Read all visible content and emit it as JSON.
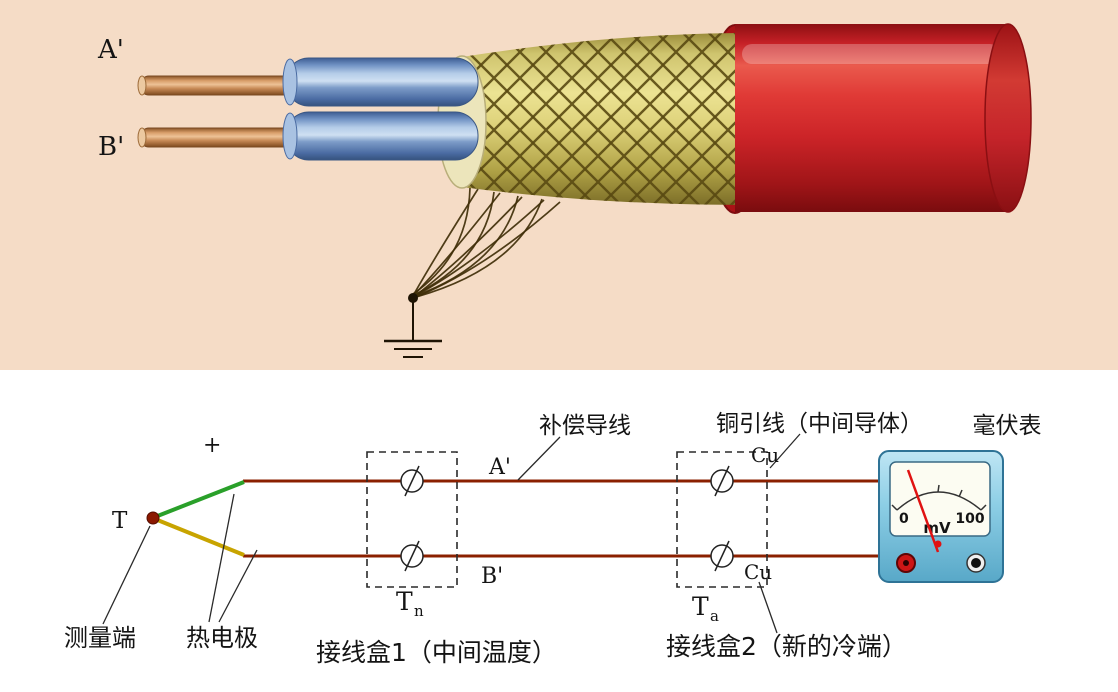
{
  "cable": {
    "label_a": "A'",
    "label_b": "B'"
  },
  "circuit": {
    "plus": "+",
    "junction": "T",
    "wire_a": "A'",
    "wire_b": "B'",
    "labels": {
      "compensation_wire": "补偿导线",
      "copper_lead": "铜引线（中间导体）",
      "millivoltmeter": "毫伏表",
      "cu_top": "Cu",
      "cu_bottom": "Cu",
      "t_n": "T",
      "t_n_sub": "n",
      "t_a": "T",
      "t_a_sub": "a",
      "measuring_end": "测量端",
      "thermocouple_electrode": "热电极",
      "junction_box_1": "接线盒1（中间温度）",
      "junction_box_2": "接线盒2（新的冷端）"
    },
    "meter": {
      "scale_min": "0",
      "scale_max": "100",
      "unit": "mV"
    }
  },
  "colors": {
    "top_background": "#f5dcc6",
    "jacket_red": "#cc2428",
    "braid_yellow": "#ddd178",
    "insulation_blue": "#7d9cc8",
    "conductor_copper": "#c98c58",
    "wire_brown": "#8b2000",
    "wire_green": "#2aa02a",
    "wire_yellow": "#c8a400",
    "meter_blue": "#8ecfe6",
    "needle_red": "#e01212"
  }
}
